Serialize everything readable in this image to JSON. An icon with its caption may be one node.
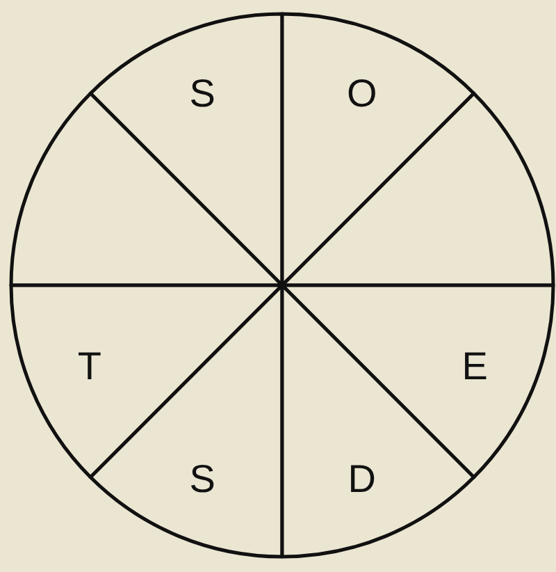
{
  "diagram": {
    "nodes": [
      {
        "text": [
          "S"
        ]
      },
      {
        "text": [
          "O"
        ]
      },
      {
        "text": [],
        "shape": "sector"
      },
      {
        "text": [],
        "shape": "sector"
      },
      {
        "text": [
          "T"
        ]
      },
      {
        "text": [
          "E"
        ]
      },
      {
        "text": [
          "S"
        ]
      },
      {
        "text": [
          "D"
        ]
      }
    ]
  }
}
